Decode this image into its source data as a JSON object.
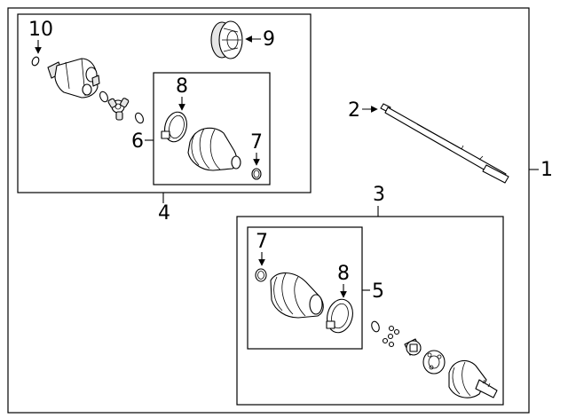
{
  "callouts": {
    "c1": "1",
    "c2": "2",
    "c3": "3",
    "c4": "4",
    "c5": "5",
    "c6": "6",
    "c7a": "7",
    "c7b": "7",
    "c8a": "8",
    "c8b": "8",
    "c9": "9",
    "c10": "10"
  }
}
